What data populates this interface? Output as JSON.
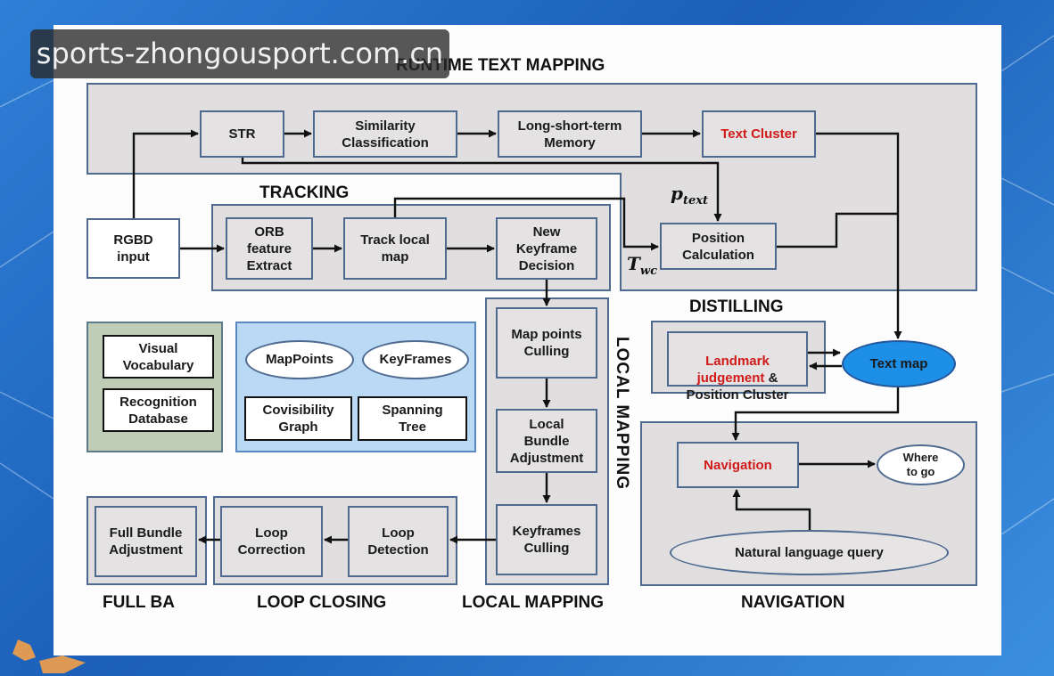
{
  "watermark": "sports-zhongousport.com.cn",
  "sections": {
    "runtime": "RUNTIME TEXT MAPPING",
    "tracking": "TRACKING",
    "distilling": "DISTILLING",
    "local_mapping_vertical": "LOCAL MAPPING",
    "local_mapping": "LOCAL MAPPING",
    "full_ba": "FULL BA",
    "loop_closing": "LOOP CLOSING",
    "navigation": "NAVIGATION"
  },
  "nodes": {
    "str": "STR",
    "similarity": "Similarity\nClassification",
    "lstm": "Long-short-term\nMemory",
    "text_cluster": "Text Cluster",
    "rgbd": "RGBD\ninput",
    "orb": "ORB\nfeature\nExtract",
    "track_local_map": "Track local\nmap",
    "new_keyframe": "New\nKeyframe\nDecision",
    "position_calc": "Position\nCalculation",
    "visual_vocab": "Visual\nVocabulary",
    "recognition_db": "Recognition\nDatabase",
    "mappoints": "MapPoints",
    "keyframes": "KeyFrames",
    "covisibility": "Covisibility\nGraph",
    "spanning_tree": "Spanning\nTree",
    "map_points_culling": "Map points\nCulling",
    "local_ba": "Local\nBundle\nAdjustment",
    "keyframes_culling": "Keyframes\nCulling",
    "loop_detection": "Loop\nDetection",
    "loop_correction": "Loop\nCorrection",
    "full_bundle": "Full Bundle\nAdjustment",
    "landmark_red": "Landmark\njudgement",
    "landmark_rest": " &\nPosition Cluster",
    "text_map": "Text map",
    "navigation": "Navigation",
    "where_to_go": "Where\nto go",
    "nl_query": "Natural language query"
  },
  "math": {
    "p_text": "p",
    "p_text_sub": "text",
    "t_wc": "T",
    "t_wc_sub": "wc"
  },
  "colors": {
    "accent_red": "#d11a1a",
    "text_map_blue": "#1e8fe6",
    "region_gray": "#e0dede",
    "region_green": "#bfcdb6",
    "region_blue": "#b9d9f4"
  }
}
